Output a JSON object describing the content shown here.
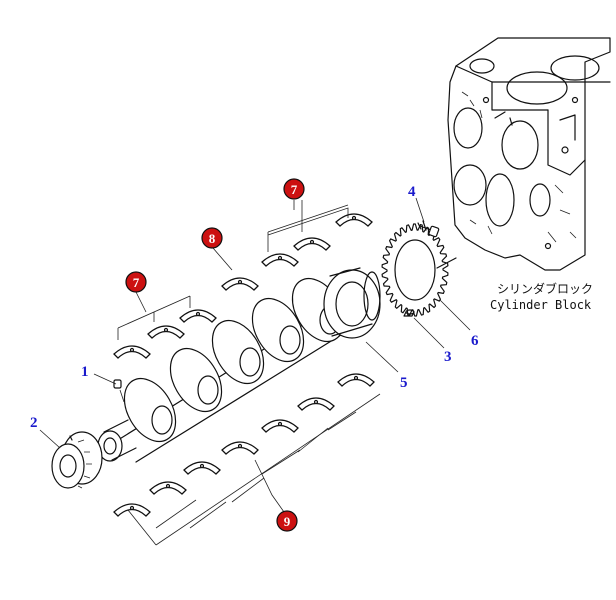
{
  "caption": {
    "jp": "シリンダブロック",
    "en": "Cylinder Block"
  },
  "callouts": {
    "c1": "1",
    "c2": "2",
    "c3": "3",
    "c4": "4",
    "c5": "5",
    "c6": "6",
    "b7a": "7",
    "b7b": "7",
    "b8": "8",
    "b9": "9"
  },
  "colors": {
    "callout_blue": "#1a1acc",
    "badge_red": "#cc1111",
    "line": "#111111"
  }
}
